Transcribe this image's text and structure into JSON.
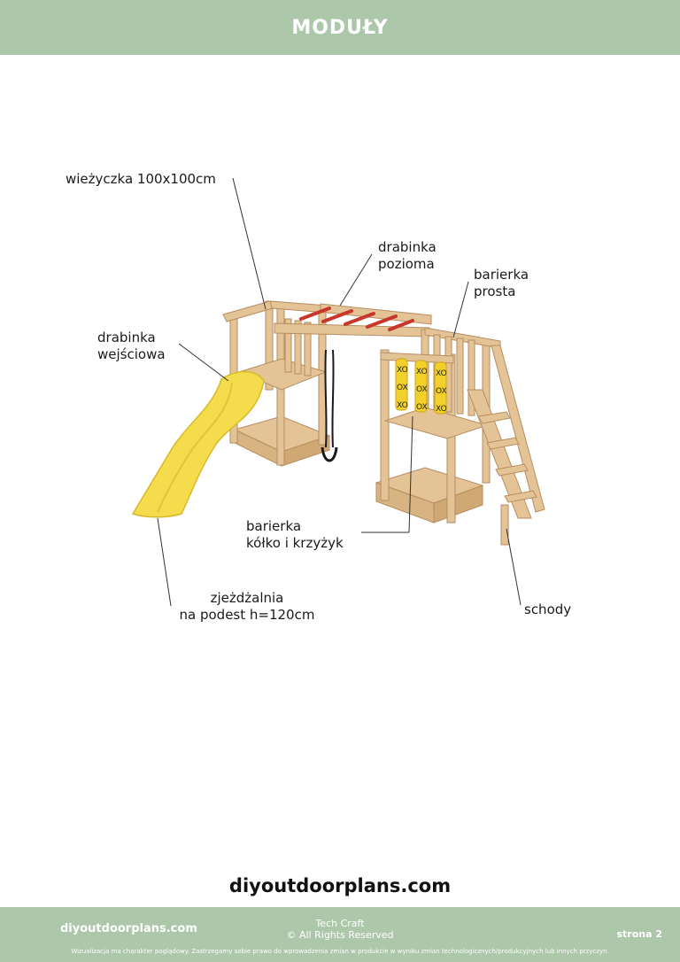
{
  "header": {
    "title": "MODUŁY"
  },
  "labels": {
    "tower": "wieżyczka 100x100cm",
    "monkey_bars_1": "drabinka",
    "monkey_bars_2": "pozioma",
    "straight_barrier_1": "barierka",
    "straight_barrier_2": "prosta",
    "entry_ladder_1": "drabinka",
    "entry_ladder_2": "wejściowa",
    "ttt_barrier_1": "barierka",
    "ttt_barrier_2": "kółko i krzyżyk",
    "slide_1": "zjeżdżalnia",
    "slide_2": "na podest h=120cm",
    "stairs": "schody"
  },
  "tictactoe": [
    "XO",
    "OX",
    "XO",
    "XO",
    "OX",
    "OX",
    "XO",
    "OX",
    "XO"
  ],
  "site_big": "diyoutdoorplans.com",
  "footer": {
    "site": "diyoutdoorplans.com",
    "company": "Tech Craft",
    "rights": "© All Rights Reserved",
    "page": "strona 2",
    "disclaimer": "Wizualizacja ma charakter poglądowy. Zastrzegamy sobie prawo do wprowadzenia zmian w produkcie w wyniku zmian technologicznych/produkcyjnych lub innych przyczyn."
  }
}
